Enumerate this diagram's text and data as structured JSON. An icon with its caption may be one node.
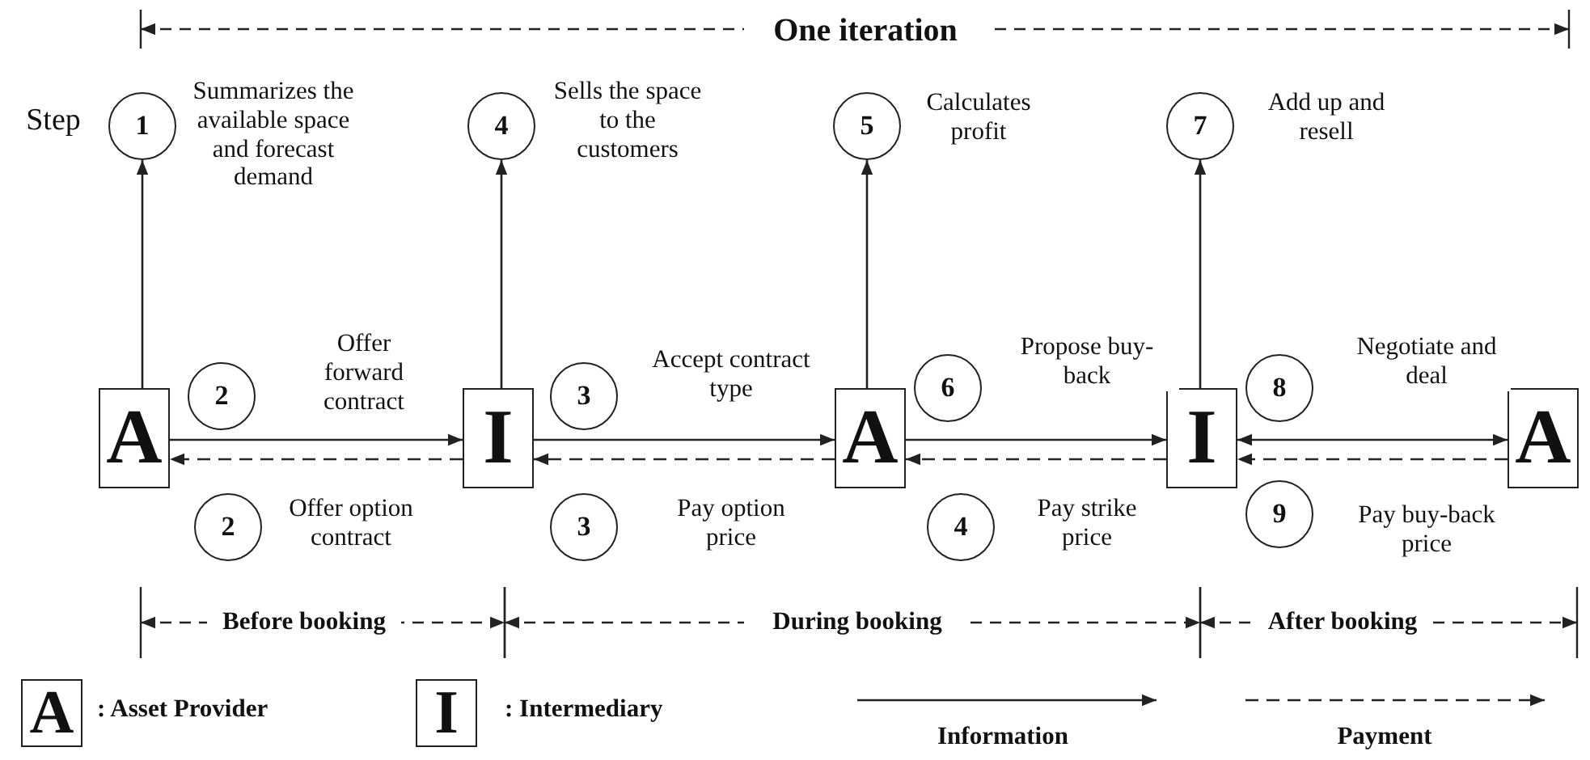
{
  "diagram": {
    "nodes": [
      {
        "text": [
          "1"
        ],
        "beside": [
          "Summarizes the available space and forecast demand"
        ]
      },
      {
        "text": [
          "4"
        ],
        "beside": [
          "Sells the space to the customers"
        ]
      },
      {
        "text": [
          "5"
        ],
        "beside": [
          "Calculates profit"
        ]
      },
      {
        "text": [
          "7"
        ],
        "beside": [
          "Add up and resell"
        ]
      },
      {
        "text": [
          "A"
        ]
      },
      {
        "text": [
          "2"
        ]
      },
      {
        "text": [
          "I"
        ]
      },
      {
        "text": [
          "3"
        ]
      },
      {
        "text": [
          "A"
        ]
      },
      {
        "text": [
          "6"
        ]
      },
      {
        "text": [
          "I"
        ]
      },
      {
        "text": [
          "8"
        ]
      },
      {
        "text": [
          "A"
        ]
      },
      {
        "text": [
          "2"
        ]
      },
      {
        "text": [
          "3"
        ]
      },
      {
        "text": [
          "4"
        ]
      },
      {
        "text": [
          "9"
        ]
      }
    ],
    "edges": [
      {
        "from": 4,
        "to": 0,
        "arrow": "to"
      },
      {
        "from": 6,
        "to": 1,
        "arrow": "to"
      },
      {
        "from": 8,
        "to": 2,
        "arrow": "to"
      },
      {
        "from": 10,
        "to": 3,
        "arrow": "to"
      },
      {
        "from": 4,
        "to": 6,
        "arrow": "to",
        "label": "Offer forward contract"
      },
      {
        "from": 6,
        "to": 4,
        "arrow": "to",
        "label": "Offer option contract",
        "style": "dashed"
      },
      {
        "from": 6,
        "to": 8,
        "arrow": "to",
        "label": "Accept contract type"
      },
      {
        "from": 8,
        "to": 6,
        "arrow": "to",
        "label": "Pay option price",
        "style": "dashed"
      },
      {
        "from": 8,
        "to": 10,
        "arrow": "to",
        "label": "Propose buy-back"
      },
      {
        "from": 10,
        "to": 8,
        "arrow": "to",
        "label": "Pay strike price",
        "style": "dashed"
      },
      {
        "from": 10,
        "to": 12,
        "arrow": "both",
        "label": "Negotiate and deal"
      },
      {
        "from": 12,
        "to": 10,
        "arrow": "to",
        "label": "Pay buy-back price",
        "style": "dashed"
      }
    ],
    "labels": [
      "One iteration",
      "Step",
      "Before booking",
      "During booking",
      "After booking",
      "A",
      "I"
    ],
    "legend": [
      {
        "text": ": Asset Provider"
      },
      {
        "text": ": Intermediary"
      },
      {
        "text": "Information"
      },
      {
        "text": "Payment"
      }
    ]
  }
}
